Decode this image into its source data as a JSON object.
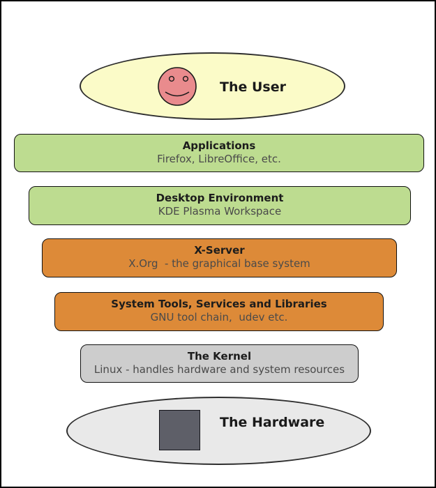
{
  "diagram": {
    "user": {
      "label": "The User",
      "ellipse_fill": "#fbfbc8",
      "face_fill": "#e98b8d",
      "outline_color": "#2e2e2e"
    },
    "layers": [
      {
        "title": "Applications",
        "subtitle": "Firefox, LibreOffice, etc.",
        "fill": "#bddc90"
      },
      {
        "title": "Desktop Environment",
        "subtitle": "KDE Plasma Workspace",
        "fill": "#bddc90"
      },
      {
        "title": "X-Server",
        "subtitle": "X.Org  - the graphical base system",
        "fill": "#dd8a38"
      },
      {
        "title": "System Tools, Services and Libraries",
        "subtitle": "GNU tool chain,  udev etc.",
        "fill": "#dd8a38"
      },
      {
        "title": "The Kernel",
        "subtitle": "Linux - handles hardware and system resources",
        "fill": "#cdcdcd"
      }
    ],
    "hardware": {
      "label": "The Hardware",
      "ellipse_fill": "#e9e9e9",
      "chip_fill": "#5e5f68"
    }
  }
}
